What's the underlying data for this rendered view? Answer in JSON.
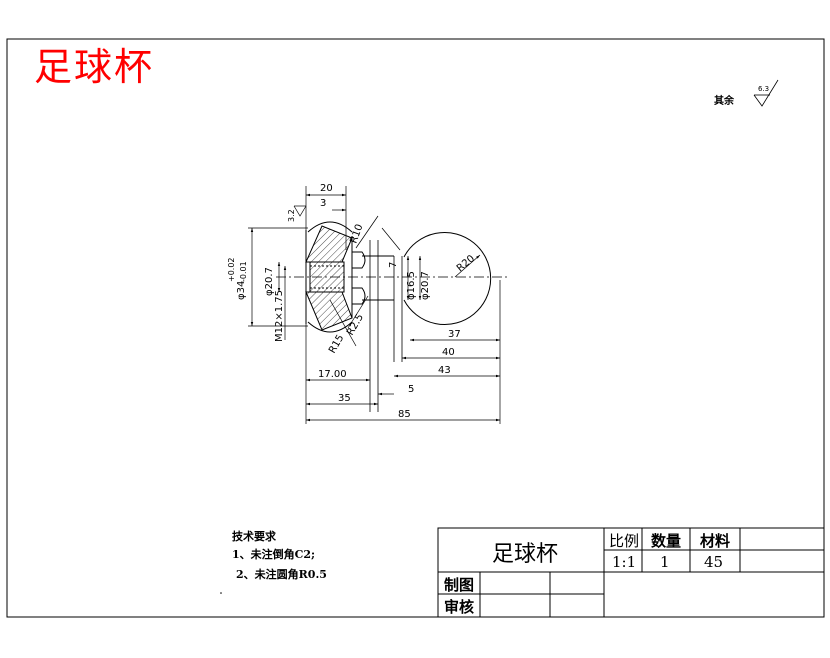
{
  "drawing": {
    "title": "足球杯",
    "surface_note": "其余",
    "roughness_default": "6.3",
    "roughness_local": "3.2"
  },
  "tech_requirements": {
    "heading": "技术要求",
    "items": [
      "1、未注倒角C2;",
      "2、未注圆角R0.5"
    ]
  },
  "title_block": {
    "part_name": "足球杯",
    "scale_label": "比例",
    "qty_label": "数量",
    "material_label": "材料",
    "scale_value": "1:1",
    "qty_value": "1",
    "material_value": "45",
    "drawn_label": "制图",
    "checked_label": "审核"
  },
  "dimensions": {
    "d20": "20",
    "d3": "3",
    "r10": "R10",
    "r20": "R20",
    "dia16_5": "φ16.5",
    "dia20_7b": "φ20.7",
    "dia20_7a": "φ20.7",
    "dia34": "φ34",
    "tol_up": "+0.02",
    "tol_down": "-0.01",
    "thread": "M12×1.75",
    "r15": "R15",
    "r2_5": "R2.5",
    "d37": "37",
    "d40": "40",
    "d43": "43",
    "d17": "17.00",
    "d5": "5",
    "d35": "35",
    "d85": "85",
    "d7": "7"
  },
  "colors": {
    "title_red": "#ff0000",
    "line": "#000000"
  }
}
